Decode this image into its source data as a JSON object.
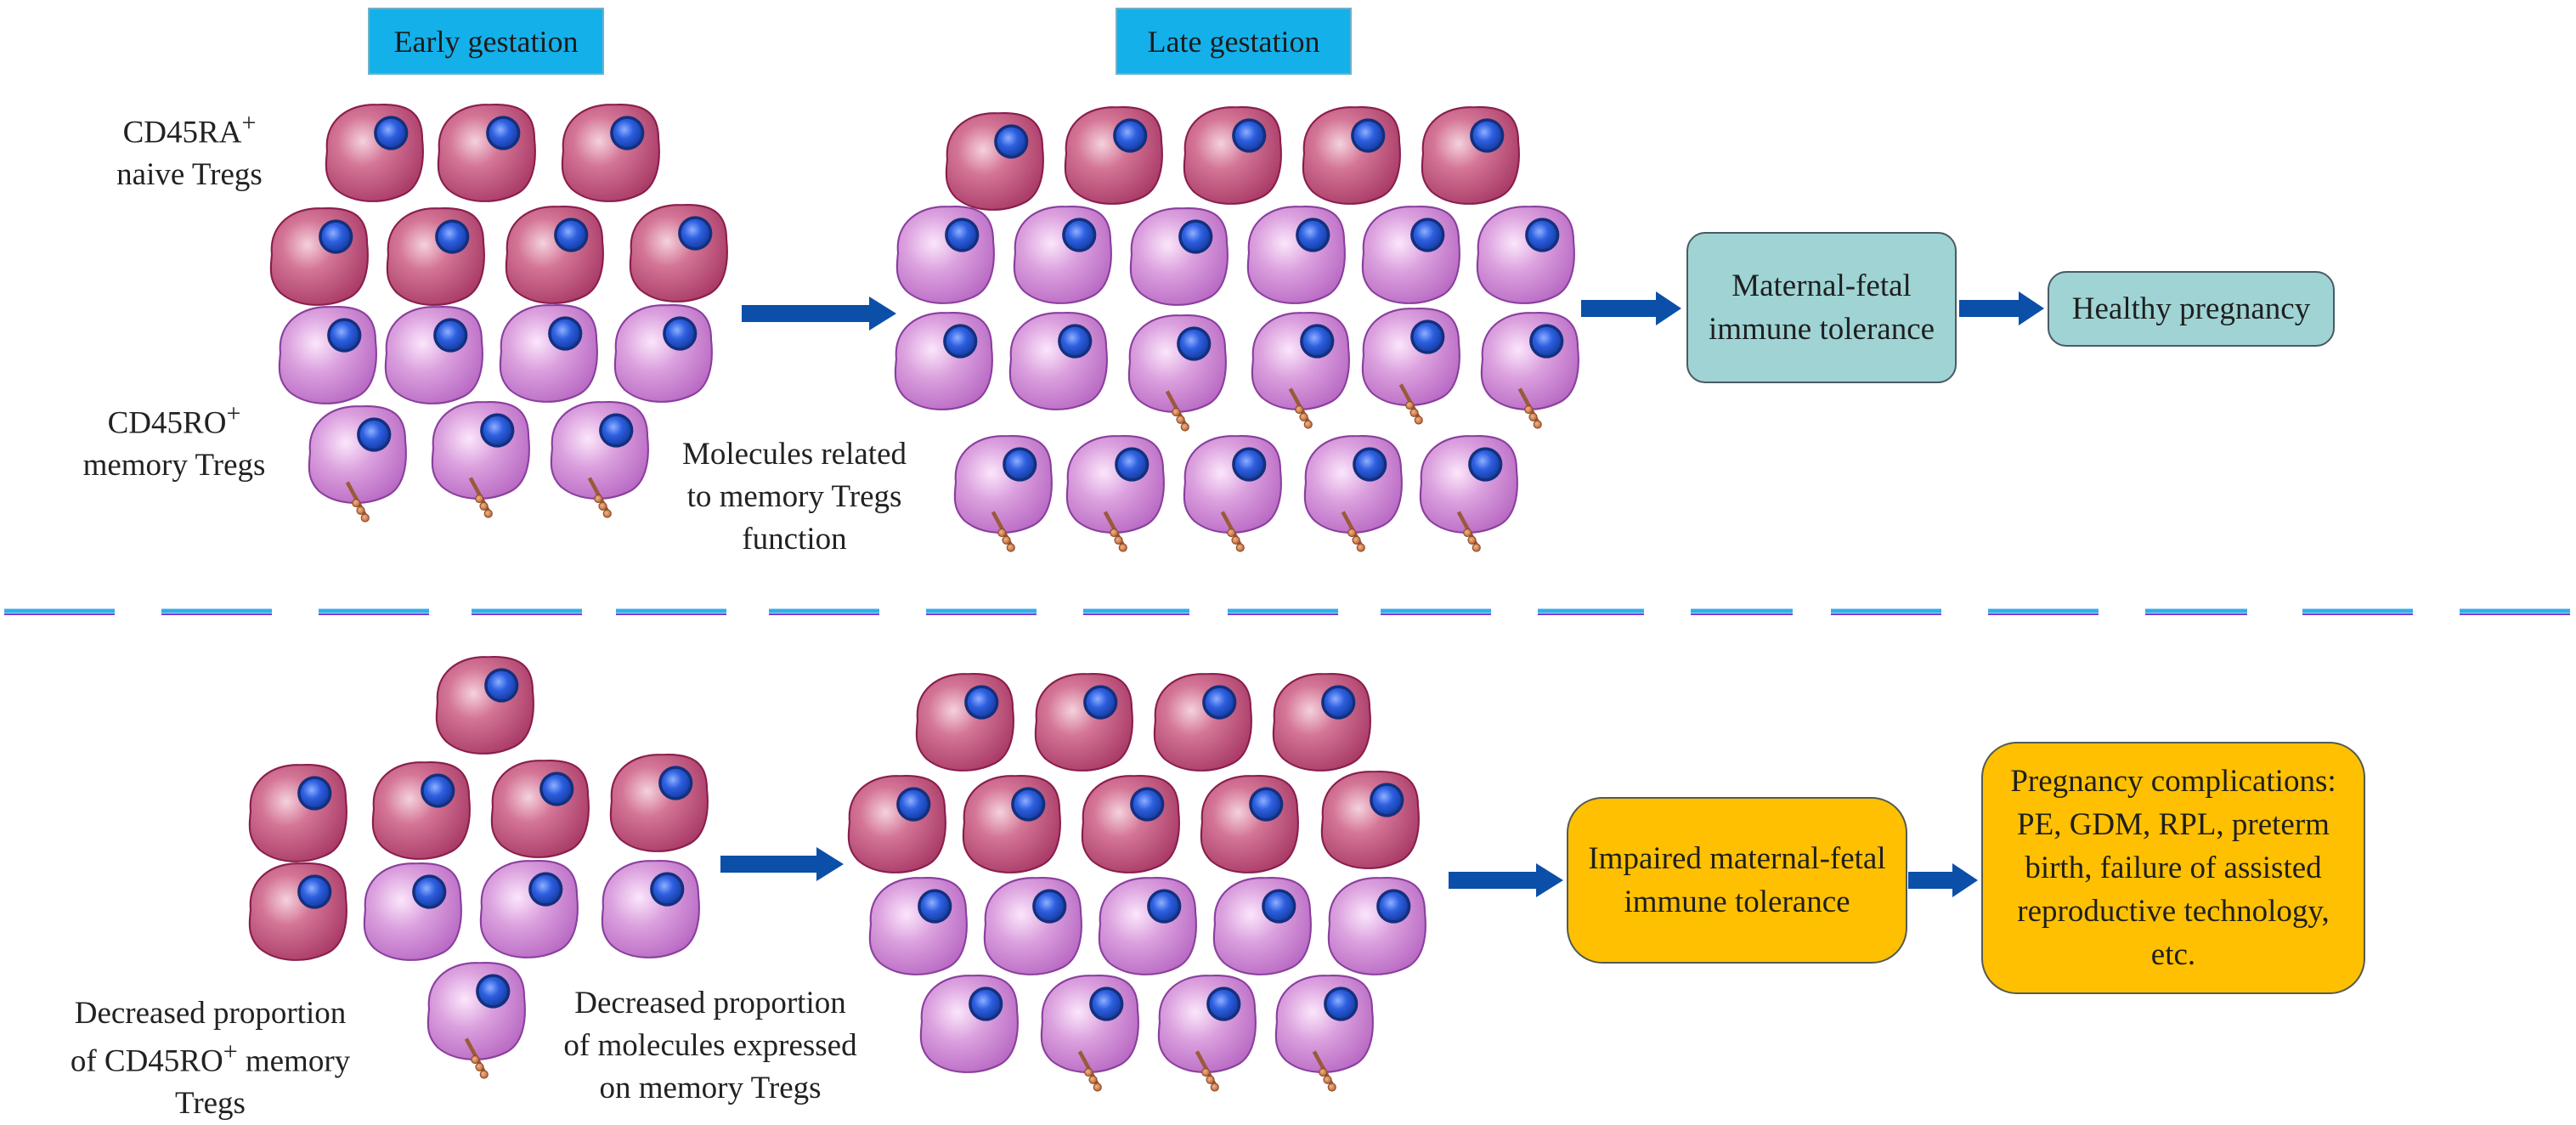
{
  "headers": {
    "early": "Early gestation",
    "late": "Late gestation"
  },
  "labels": {
    "naive_line1": "CD45RA",
    "naive_line2": "naive Tregs",
    "memory_line1": "CD45RO",
    "memory_line2": "memory Tregs",
    "plus": "+",
    "molecules_line1": "Molecules related",
    "molecules_line2": "to memory Tregs",
    "molecules_line3": "function",
    "decreased_memory_line1": "Decreased proportion",
    "decreased_memory_line2": "of CD45RO",
    "decreased_memory_line2b": " memory",
    "decreased_memory_line3": "Tregs",
    "decreased_molecules_line1": "Decreased proportion",
    "decreased_molecules_line2": "of molecules expressed",
    "decreased_molecules_line3": "on memory Tregs"
  },
  "outcomes": {
    "tolerance_line1": "Maternal-fetal",
    "tolerance_line2": "immune tolerance",
    "healthy": "Healthy pregnancy",
    "impaired_line1": "Impaired maternal-fetal",
    "impaired_line2": "immune tolerance",
    "complications_line1": "Pregnancy complications:",
    "complications_line2": "PE, GDM, RPL, preterm",
    "complications_line3": "birth, failure of assisted",
    "complications_line4": "reproductive technology,",
    "complications_line5": "etc."
  },
  "colors": {
    "naive_cell": "#b23e68",
    "memory_cell": "#c779cf",
    "nucleus": "#1f4fd0",
    "arrow": "#0b4fa8",
    "header_bg": "#14b0ea",
    "teal_box": "#9fd3d4",
    "gold_box": "#fec000",
    "divider": "#33aee8"
  },
  "icons": {
    "naive_cell": "naive-treg-cell-icon",
    "memory_cell": "memory-treg-cell-icon",
    "molecule": "molecule-chain-icon",
    "arrow": "right-arrow-icon"
  }
}
